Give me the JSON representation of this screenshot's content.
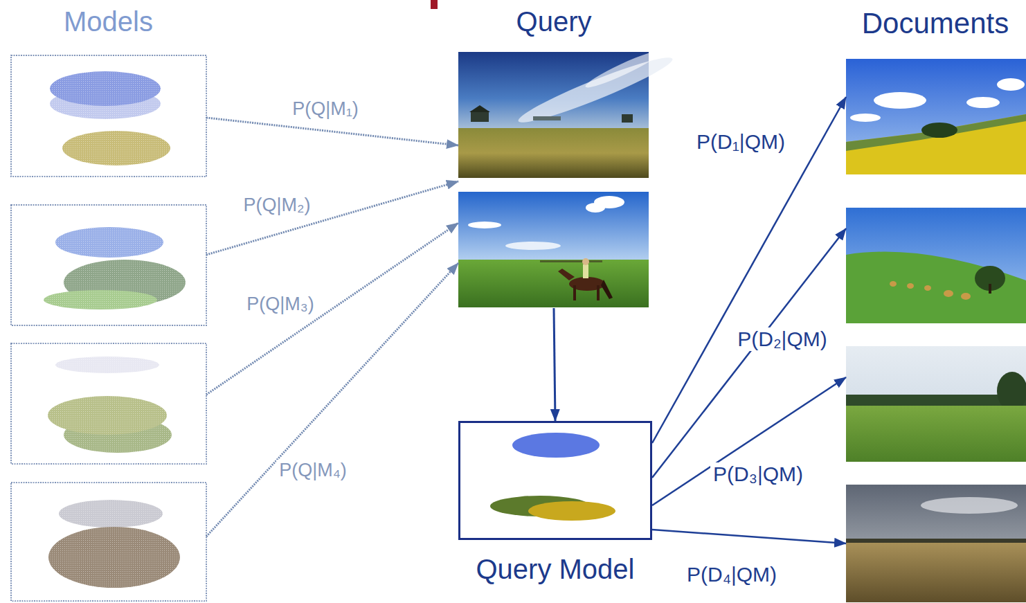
{
  "diagram": {
    "nodes": [
      {
        "text": [
          "Models"
        ]
      },
      {
        "text": [
          "Query"
        ]
      },
      {
        "text": [
          "Query Model"
        ]
      },
      {
        "text": [
          "Documents"
        ]
      }
    ],
    "edges": [
      {
        "from": 0,
        "to": 1,
        "label": "P(Q|M₁)",
        "arrow": "to"
      },
      {
        "from": 0,
        "to": 1,
        "label": "P(Q|M₂)",
        "arrow": "to"
      },
      {
        "from": 0,
        "to": 1,
        "label": "P(Q|M₃)",
        "arrow": "to"
      },
      {
        "from": 0,
        "to": 1,
        "label": "P(Q|M₄)",
        "arrow": "to"
      },
      {
        "from": 1,
        "to": 2,
        "arrow": "to"
      },
      {
        "from": 2,
        "to": 3,
        "label": "P(D₁|QM)",
        "arrow": "to"
      },
      {
        "from": 2,
        "to": 3,
        "label": "P(D₂|QM)",
        "arrow": "to"
      },
      {
        "from": 2,
        "to": 3,
        "label": "P(D₃|QM)",
        "arrow": "to"
      },
      {
        "from": 2,
        "to": 3,
        "label": "P(D₄|QM)",
        "arrow": "to"
      }
    ]
  }
}
